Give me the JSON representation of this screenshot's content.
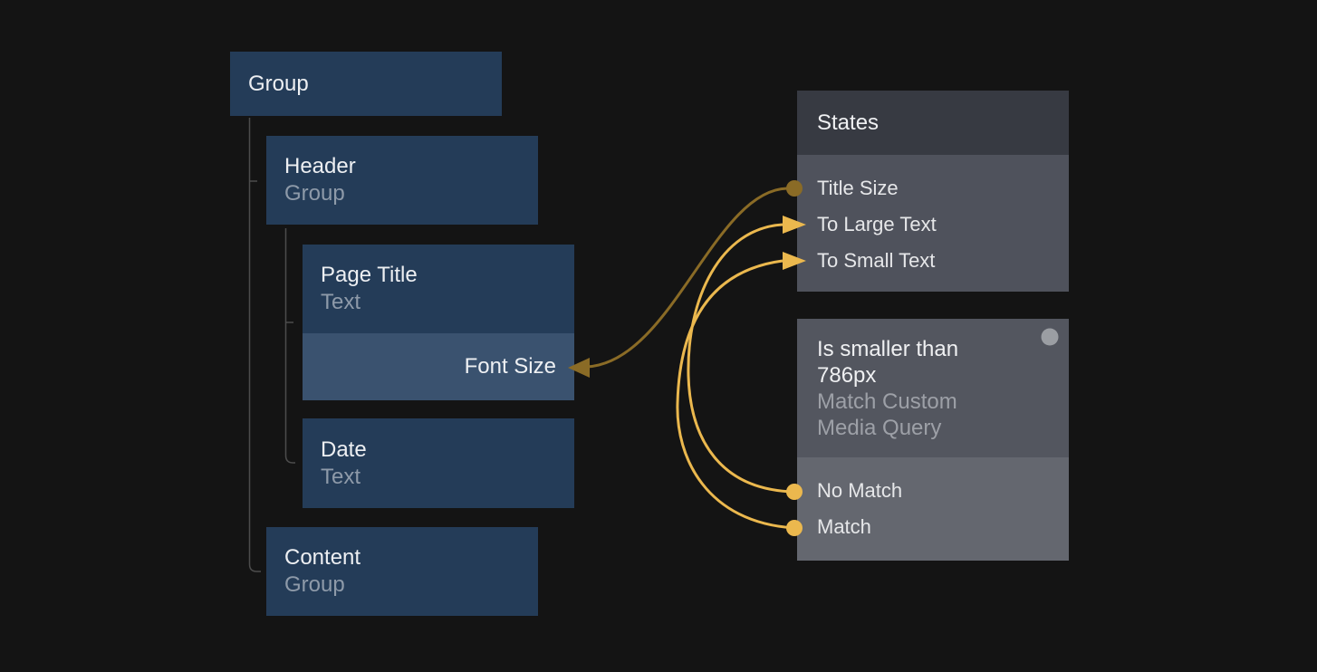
{
  "tree": {
    "nodes": {
      "group": {
        "title": "Group"
      },
      "header": {
        "title": "Header",
        "subtitle": "Group"
      },
      "pageTitle": {
        "title": "Page Title",
        "subtitle": "Text",
        "property": "Font Size"
      },
      "date": {
        "title": "Date",
        "subtitle": "Text"
      },
      "content": {
        "title": "Content",
        "subtitle": "Group"
      }
    }
  },
  "states_panel": {
    "title": "States",
    "items": [
      "Title Size",
      "To Large Text",
      "To Small Text"
    ]
  },
  "media_query_panel": {
    "title": "Is smaller than 786px",
    "subtitle": "Match Custom Media Query",
    "items": [
      "No Match",
      "Match"
    ]
  },
  "connections": [
    {
      "from": "Title Size",
      "to": "Font Size"
    },
    {
      "from": "No Match",
      "to": "To Large Text"
    },
    {
      "from": "Match",
      "to": "To Small Text"
    }
  ],
  "colors": {
    "background": "#141414",
    "node_bg": "#243c58",
    "node_property_bg": "#3a526f",
    "node_subtitle": "#8e9aa9",
    "states_header_bg": "#373a42",
    "states_body_bg": "#4f525c",
    "media_query_header_bg": "#53565f",
    "media_query_body_bg": "#64676f",
    "accent_gold": "#ebb84e",
    "accent_dark_gold": "#8a6b26",
    "tree_line": "#4c4c4c",
    "port_dot_gray": "#9b9ea3"
  }
}
